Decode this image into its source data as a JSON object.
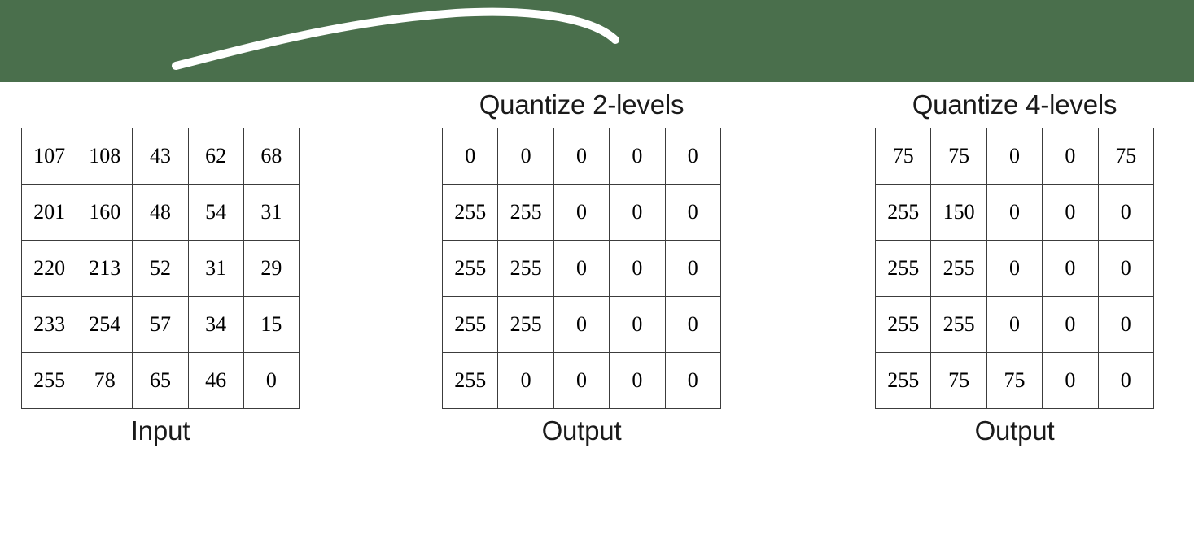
{
  "banner": {
    "background_color": "#4a6f4c",
    "decoration": "white-swoosh-curve",
    "swoosh_color": "#ffffff"
  },
  "theme": {
    "page_background": "#ffffff",
    "grid_line_color": "#3c3c3c",
    "text_color": "#1a1a1a",
    "cell_text_color": "#000000"
  },
  "panels": [
    {
      "id": "input",
      "header": "",
      "caption": "Input",
      "rows": [
        [
          "107",
          "108",
          "43",
          "62",
          "68"
        ],
        [
          "201",
          "160",
          "48",
          "54",
          "31"
        ],
        [
          "220",
          "213",
          "52",
          "31",
          "29"
        ],
        [
          "233",
          "254",
          "57",
          "34",
          "15"
        ],
        [
          "255",
          "78",
          "65",
          "46",
          "0"
        ]
      ]
    },
    {
      "id": "quantize-2-levels",
      "header": "Quantize 2-levels",
      "caption": "Output",
      "rows": [
        [
          "0",
          "0",
          "0",
          "0",
          "0"
        ],
        [
          "255",
          "255",
          "0",
          "0",
          "0"
        ],
        [
          "255",
          "255",
          "0",
          "0",
          "0"
        ],
        [
          "255",
          "255",
          "0",
          "0",
          "0"
        ],
        [
          "255",
          "0",
          "0",
          "0",
          "0"
        ]
      ]
    },
    {
      "id": "quantize-4-levels",
      "header": "Quantize 4-levels",
      "caption": "Output",
      "rows": [
        [
          "75",
          "75",
          "0",
          "0",
          "75"
        ],
        [
          "255",
          "150",
          "0",
          "0",
          "0"
        ],
        [
          "255",
          "255",
          "0",
          "0",
          "0"
        ],
        [
          "255",
          "255",
          "0",
          "0",
          "0"
        ],
        [
          "255",
          "75",
          "75",
          "0",
          "0"
        ]
      ]
    }
  ]
}
